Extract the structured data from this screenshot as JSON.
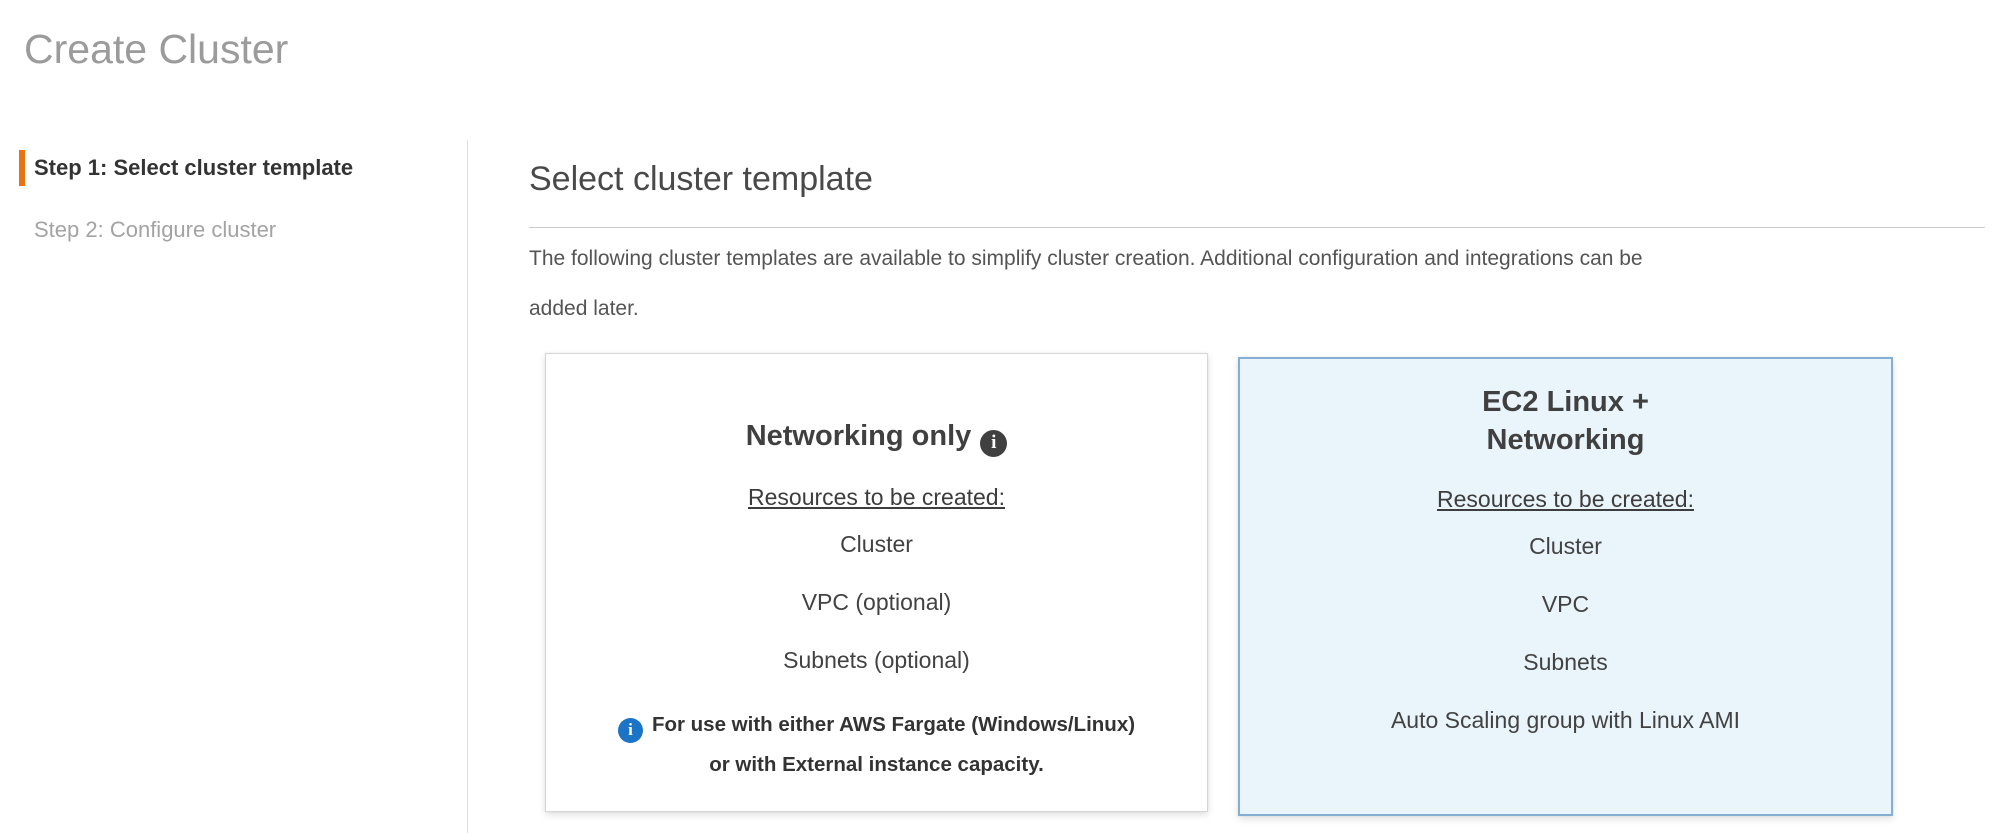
{
  "page": {
    "title": "Create Cluster"
  },
  "sidebar": {
    "steps": [
      {
        "label": "Step 1: Select cluster template",
        "active": true
      },
      {
        "label": "Step 2: Configure cluster",
        "active": false
      }
    ]
  },
  "main": {
    "heading": "Select cluster template",
    "description": "The following cluster templates are available to simplify cluster creation. Additional configuration and integrations can be\nadded later.",
    "cards": [
      {
        "title": "Networking only",
        "resources_label": "Resources to be created:",
        "resources": [
          "Cluster",
          "VPC (optional)",
          "Subnets (optional)"
        ],
        "note": "For use with either AWS Fargate (Windows/Linux)\nor with External instance capacity.",
        "selected": false
      },
      {
        "title": "EC2 Linux +\nNetworking",
        "resources_label": "Resources to be created:",
        "resources": [
          "Cluster",
          "VPC",
          "Subnets",
          "Auto Scaling group with Linux AMI"
        ],
        "selected": true
      }
    ]
  },
  "icons": {
    "info_glyph": "i"
  },
  "colors": {
    "accent_orange": "#ec7211",
    "selected_border": "#85aed3",
    "selected_bg": "#eaf4fb",
    "info_blue": "#1b74c5",
    "info_dark": "#404040"
  }
}
